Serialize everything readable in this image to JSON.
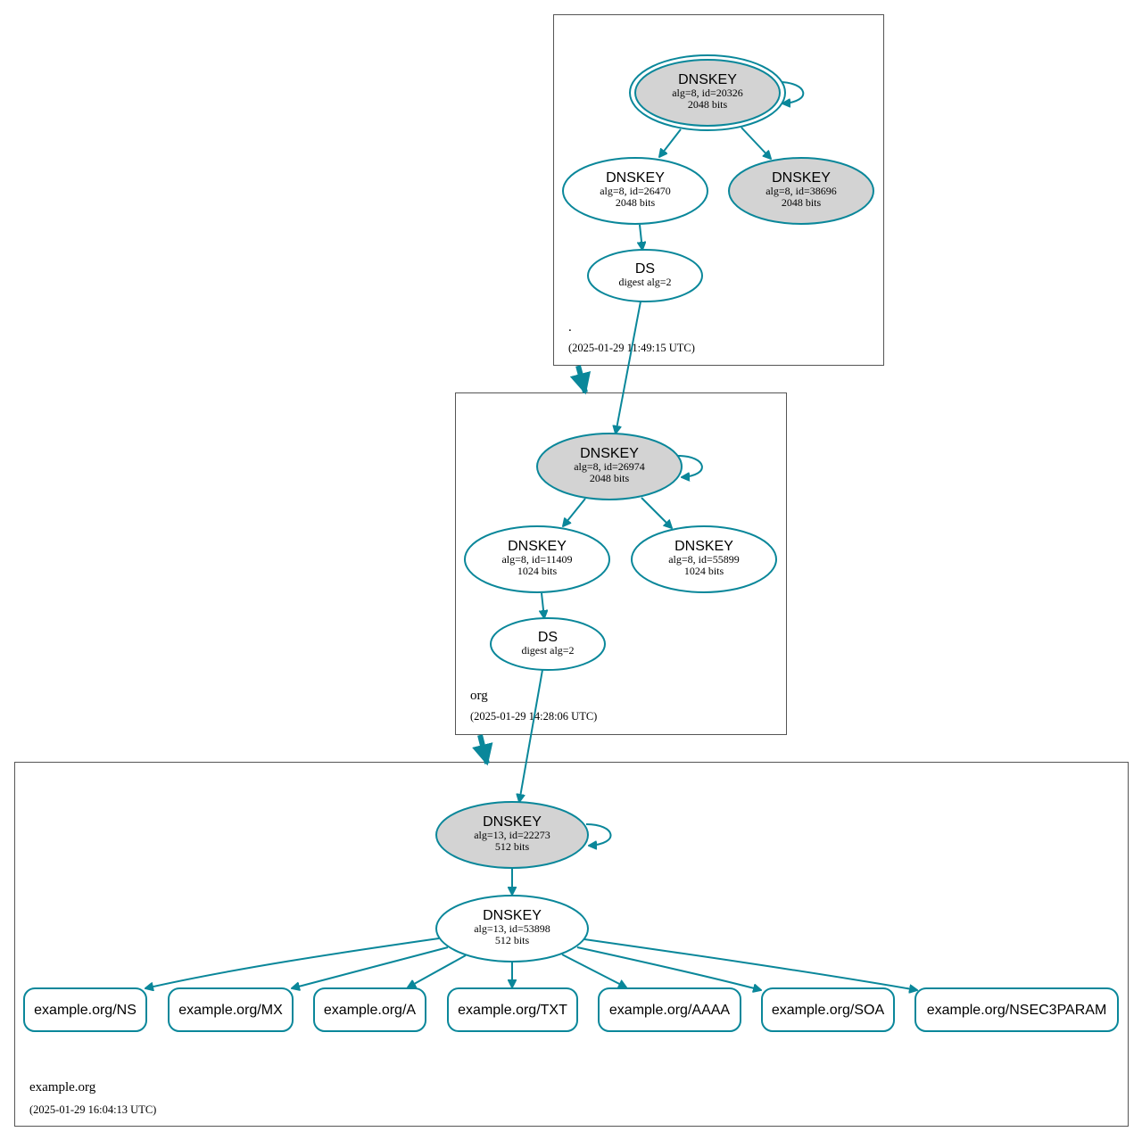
{
  "zones": {
    "root": {
      "name": ".",
      "timestamp": "(2025-01-29 11:49:15 UTC)"
    },
    "org": {
      "name": "org",
      "timestamp": "(2025-01-29 14:28:06 UTC)"
    },
    "example": {
      "name": "example.org",
      "timestamp": "(2025-01-29 16:04:13 UTC)"
    }
  },
  "nodes": {
    "root_ksk": {
      "title": "DNSKEY",
      "line1": "alg=8, id=20326",
      "line2": "2048 bits"
    },
    "root_zsk1": {
      "title": "DNSKEY",
      "line1": "alg=8, id=26470",
      "line2": "2048 bits"
    },
    "root_zsk2": {
      "title": "DNSKEY",
      "line1": "alg=8, id=38696",
      "line2": "2048 bits"
    },
    "root_ds": {
      "title": "DS",
      "line1": "digest alg=2"
    },
    "org_ksk": {
      "title": "DNSKEY",
      "line1": "alg=8, id=26974",
      "line2": "2048 bits"
    },
    "org_zsk1": {
      "title": "DNSKEY",
      "line1": "alg=8, id=11409",
      "line2": "1024 bits"
    },
    "org_zsk2": {
      "title": "DNSKEY",
      "line1": "alg=8, id=55899",
      "line2": "1024 bits"
    },
    "org_ds": {
      "title": "DS",
      "line1": "digest alg=2"
    },
    "ex_ksk": {
      "title": "DNSKEY",
      "line1": "alg=13, id=22273",
      "line2": "512 bits"
    },
    "ex_zsk": {
      "title": "DNSKEY",
      "line1": "alg=13, id=53898",
      "line2": "512 bits"
    }
  },
  "rrsets": [
    "example.org/NS",
    "example.org/MX",
    "example.org/A",
    "example.org/TXT",
    "example.org/AAAA",
    "example.org/SOA",
    "example.org/NSEC3PARAM"
  ],
  "colors": {
    "edge": "#0a879a",
    "ksk_fill": "#d3d3d3",
    "zsk_fill": "#ffffff",
    "cluster_border": "#555555"
  }
}
